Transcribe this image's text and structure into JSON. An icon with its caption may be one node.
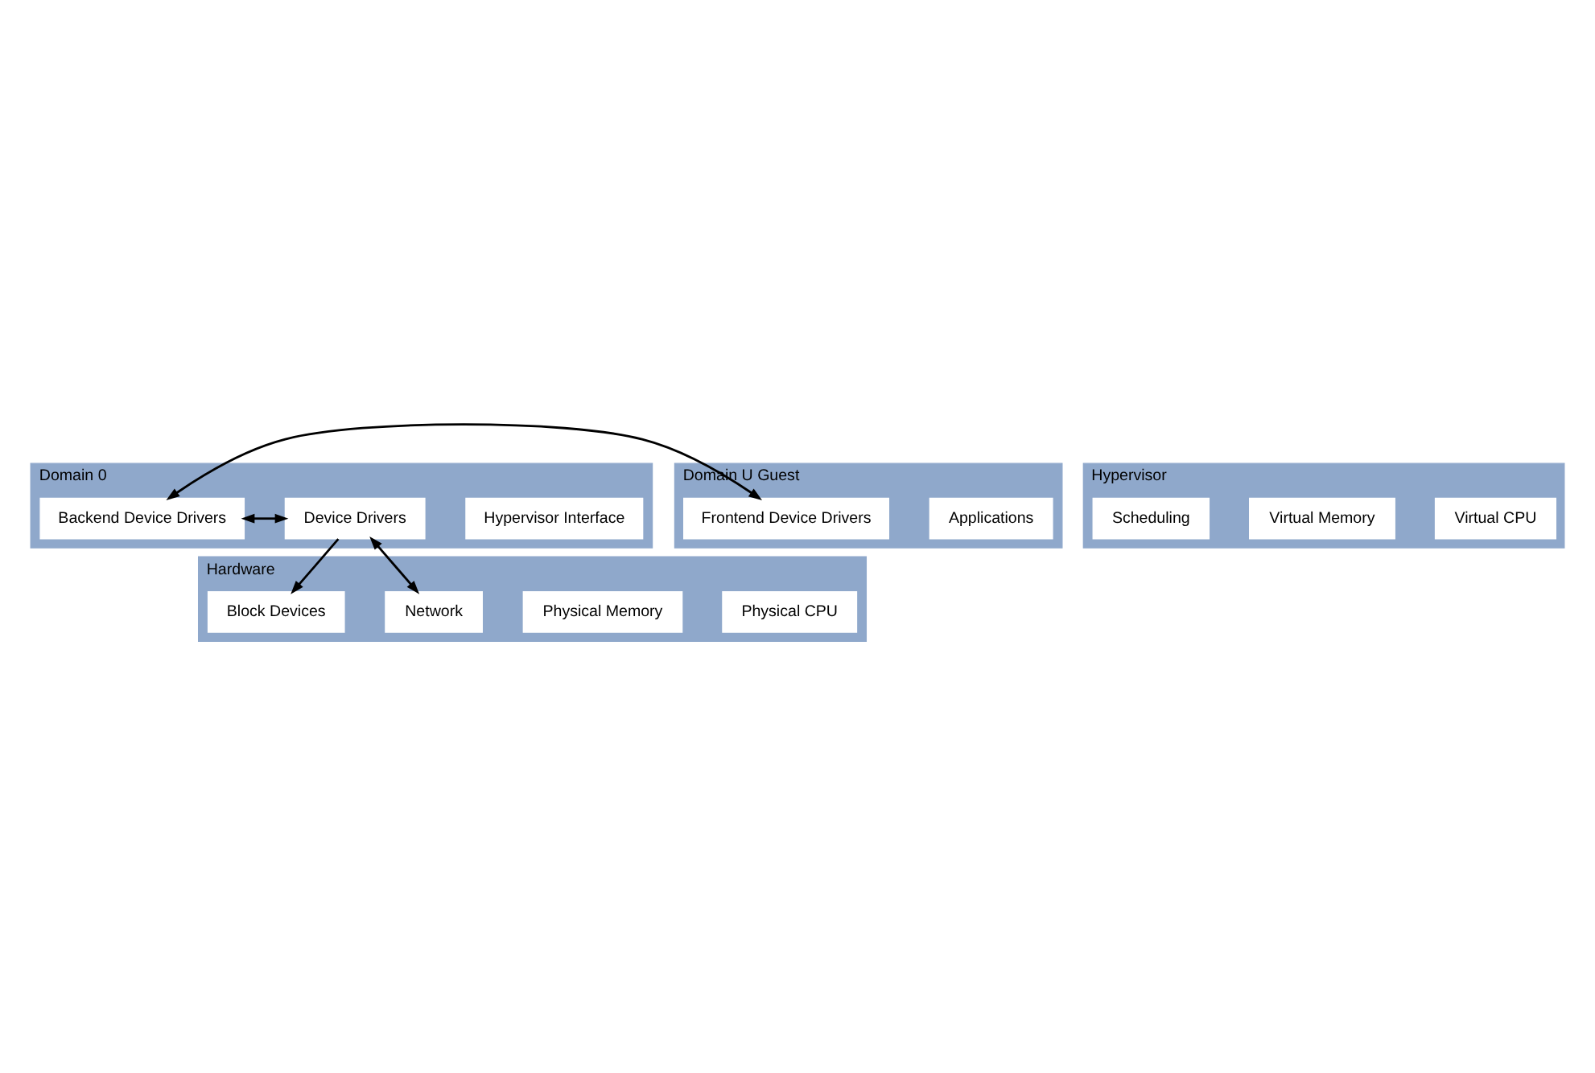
{
  "diagram": {
    "nodes": [
      {
        "text": [
          "Domain 0"
        ]
      },
      {
        "text": [
          "Hypervisor Interface"
        ],
        "in": 0
      },
      {
        "text": [
          "Device Drivers"
        ],
        "in": 0
      },
      {
        "text": [
          "Backend Device Drivers"
        ],
        "in": 0
      },
      {
        "text": [
          "Domain U Guest"
        ]
      },
      {
        "text": [
          "Applications"
        ],
        "in": 4
      },
      {
        "text": [
          "Frontend Device Drivers"
        ],
        "in": 4
      },
      {
        "text": [
          "Hypervisor"
        ]
      },
      {
        "text": [
          "Virtual CPU"
        ],
        "in": 7
      },
      {
        "text": [
          "Virtual Memory"
        ],
        "in": 7
      },
      {
        "text": [
          "Scheduling"
        ],
        "in": 7
      },
      {
        "text": [
          "Hardware"
        ]
      },
      {
        "text": [
          "Physical CPU"
        ],
        "in": 11
      },
      {
        "text": [
          "Physical Memory"
        ],
        "in": 11
      },
      {
        "text": [
          "Network"
        ],
        "in": 11
      },
      {
        "text": [
          "Block Devices"
        ],
        "in": 11
      }
    ],
    "edges": [
      {
        "from": 2,
        "to": 3,
        "arrow": "both"
      },
      {
        "from": 3,
        "to": 6,
        "arrow": "both"
      },
      {
        "from": 2,
        "to": 14,
        "arrow": "both"
      },
      {
        "from": 2,
        "to": 15,
        "arrow": "to"
      }
    ]
  }
}
